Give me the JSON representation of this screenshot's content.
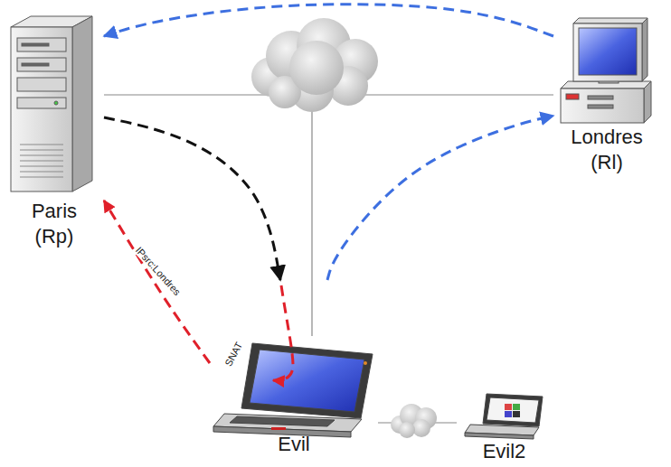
{
  "diagram": {
    "nodes": [
      {
        "text": [
          "Paris (Rp)"
        ]
      },
      {
        "text": [
          "Londres (Rl)"
        ]
      },
      {
        "text": [
          "Evil"
        ]
      },
      {
        "text": [
          "Evil2"
        ]
      }
    ],
    "edges": [
      {
        "from": 0,
        "to": 1,
        "arrow": "none"
      },
      {
        "from": 1,
        "to": 0,
        "arrow": "to"
      },
      {
        "from": 0,
        "to": 2,
        "arrow": "to"
      },
      {
        "from": 2,
        "to": 0,
        "label": "IPsrc:Londres",
        "arrow": "to"
      },
      {
        "from": 2,
        "to": 1,
        "arrow": "to"
      },
      {
        "from": 2,
        "to": 3,
        "arrow": "none"
      }
    ],
    "labels": [
      "SNAT"
    ]
  }
}
